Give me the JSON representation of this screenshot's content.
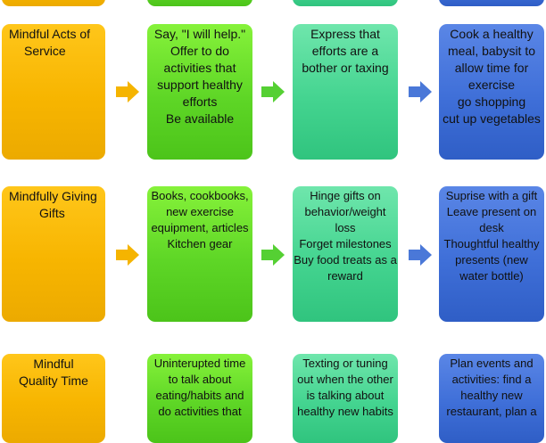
{
  "colors": {
    "stage1": "#f7b500",
    "stage2": "#5ed626",
    "stage3": "#44d490",
    "stage4": "#3f6fd8",
    "arrow_yellow": "#f5b400",
    "arrow_green": "#55d033",
    "arrow_blue": "#4a78d8"
  },
  "icons": [
    "arrow-right-icon"
  ],
  "rows": [
    {
      "cells": [
        [
          "Mindful Acts of",
          "Service"
        ],
        [
          "Say, \"I will help.\"",
          "Offer to do",
          "activities that",
          "support healthy",
          "efforts",
          "Be available"
        ],
        [
          "Express that",
          "efforts are a",
          "bother or taxing"
        ],
        [
          "Cook a healthy",
          "meal, babysit to",
          "allow time for",
          "exercise",
          "go shopping",
          "cut up vegetables"
        ]
      ]
    },
    {
      "cells": [
        [
          "Mindfully Giving",
          "Gifts"
        ],
        [
          "Books, cookbooks,",
          "new exercise",
          "equipment, articles",
          "Kitchen gear"
        ],
        [
          "Hinge gifts on",
          "behavior/weight",
          "loss",
          "Forget milestones",
          "Buy food treats as a",
          "reward"
        ],
        [
          "Suprise with a gift",
          "Leave present on",
          "desk",
          "Thoughtful healthy",
          "presents (new",
          "water bottle)"
        ]
      ]
    },
    {
      "cells": [
        [
          "Mindful",
          "Quality Time"
        ],
        [
          "Uninterupted time",
          "to talk about",
          "eating/habits and",
          "do activities that"
        ],
        [
          "Texting or tuning",
          "out when the other",
          "is talking about",
          "healthy new habits"
        ],
        [
          "Plan events and",
          "activities: find a",
          "healthy new",
          "restaurant, plan a"
        ]
      ]
    }
  ]
}
